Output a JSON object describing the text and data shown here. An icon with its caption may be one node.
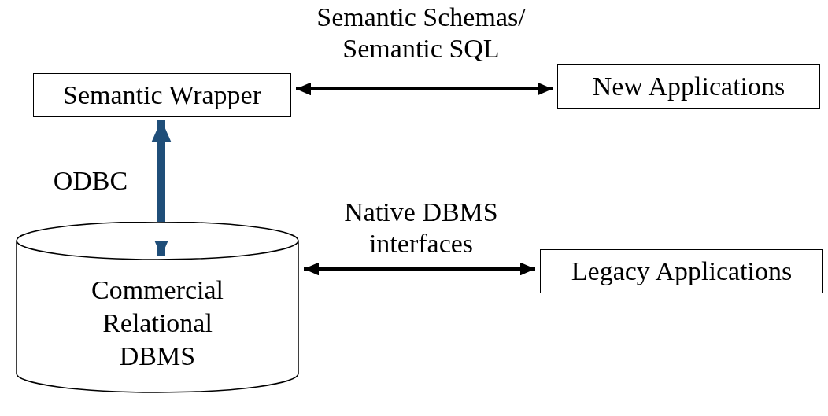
{
  "diagram": {
    "nodes": [
      {
        "text": [
          "Semantic Wrapper"
        ]
      },
      {
        "text": [
          "New Applications"
        ]
      },
      {
        "text": [
          "Commercial Relational DBMS"
        ]
      },
      {
        "text": [
          "Legacy Applications"
        ]
      }
    ],
    "edges": [
      {
        "from": 0,
        "to": 1,
        "arrow": "both",
        "label": "Semantic Schemas/ Semantic SQL"
      },
      {
        "from": 0,
        "to": 2,
        "arrow": "both",
        "label": "ODBC",
        "style": "thick",
        "color": "#1f4e79"
      },
      {
        "from": 2,
        "to": 3,
        "arrow": "both",
        "label": "Native DBMS interfaces"
      }
    ]
  }
}
